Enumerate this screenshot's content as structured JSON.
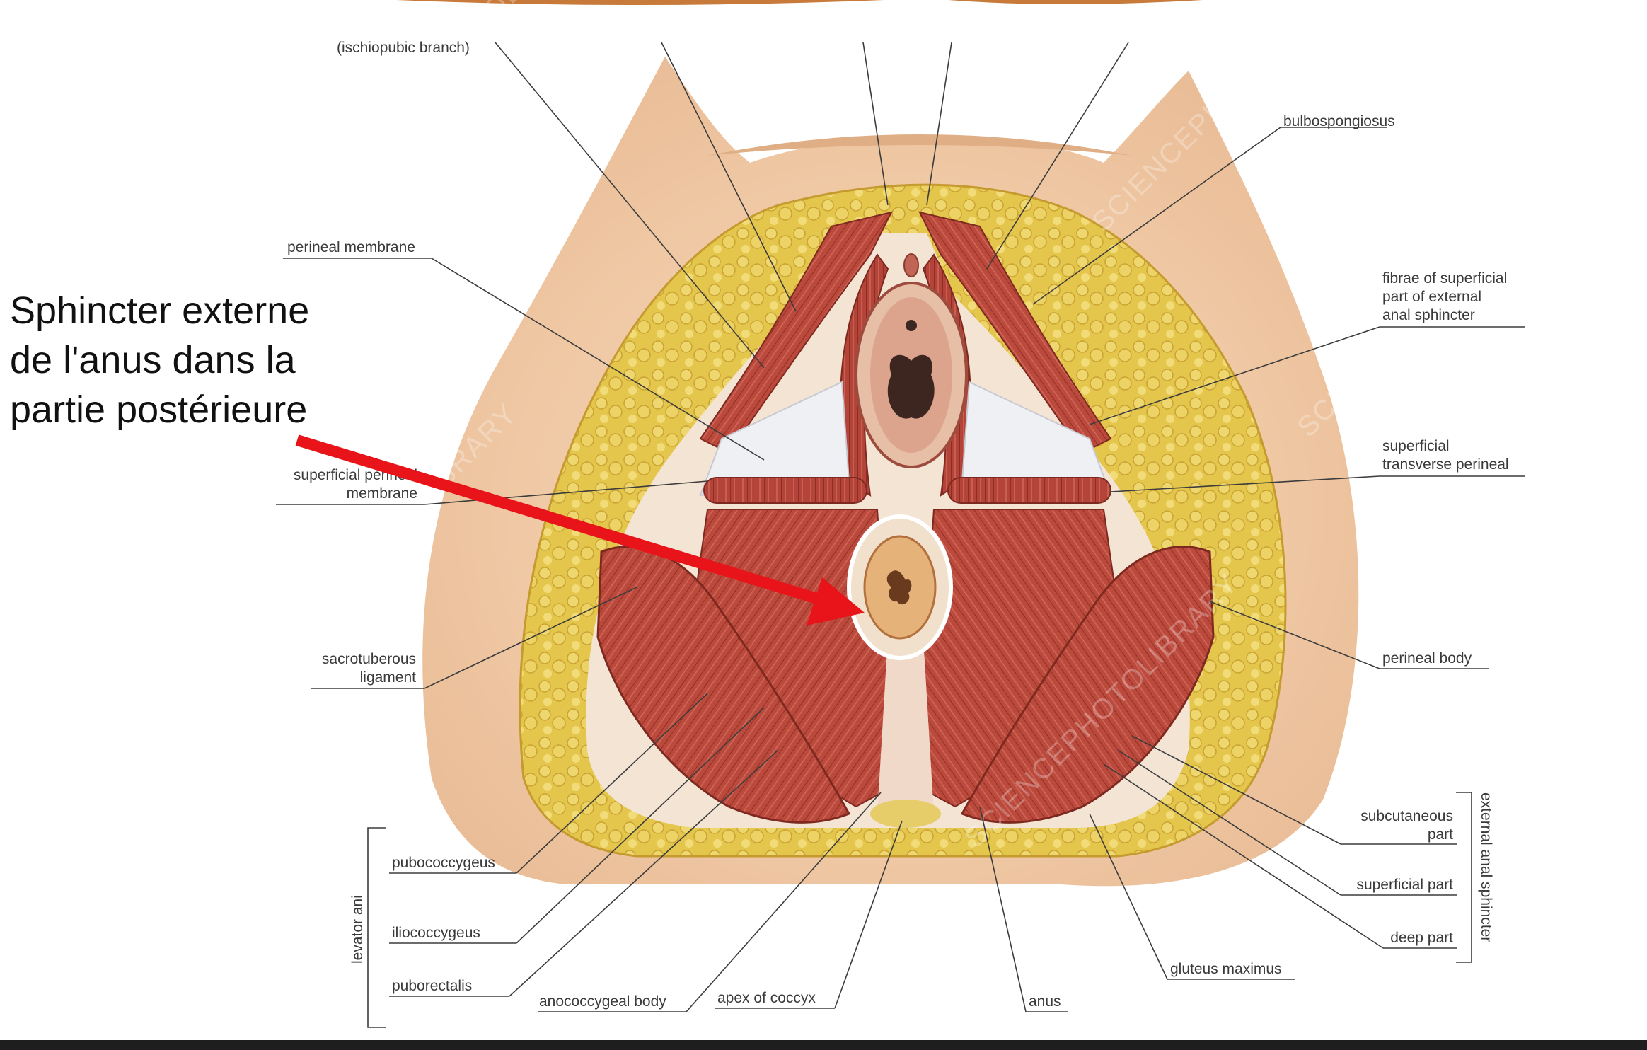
{
  "callout": {
    "lines": [
      "Sphincter externe",
      "de l'anus dans la",
      "partie postérieure"
    ],
    "arrow_color": "#e8141a"
  },
  "labels": {
    "ischiopubic_branch": "(ischiopubic branch)",
    "bulbospongiosus": "bulbospongiosus",
    "perineal_membrane": "perineal membrane",
    "fibrae_line1": "fibrae of superficial",
    "fibrae_line2": "part of external",
    "fibrae_line3": "anal sphincter",
    "superficial_transverse_line1": "superficial",
    "superficial_transverse_line2": "transverse perineal",
    "superficial_perineal_line1": "superficial perineal",
    "superficial_perineal_line2": "membrane",
    "sacrotuberous_line1": "sacrotuberous",
    "sacrotuberous_line2": "ligament",
    "perineal_body": "perineal body",
    "pubococcygeus": "pubococcygeus",
    "iliococcygeus": "iliococcygeus",
    "puborectalis": "puborectalis",
    "levator_ani": "levator ani",
    "anococcygeal_body": "anococcygeal body",
    "apex_of_coccyx": "apex of coccyx",
    "anus": "anus",
    "gluteus_maximus": "gluteus maximus",
    "subcutaneous_line1": "subcutaneous",
    "subcutaneous_line2": "part",
    "superficial_part": "superficial part",
    "deep_part": "deep part",
    "external_anal_sphincter": "external anal sphincter"
  },
  "watermarks": [
    "SCIENCEPHOTOLIBRARY",
    "SCIENCEPHOTOLIBRARY",
    "SCIENCEPHOTOLIBRARY",
    "SCIENCEPHOTOLIBRARY",
    "SCIENCEPHOTOLIBRARY",
    "SCIENCEPHOTOLIBRARY"
  ],
  "colors": {
    "skin": "#f1c9a6",
    "fat": "#e2c650",
    "muscle": "#b9463a",
    "label_text": "#3a3a3a"
  }
}
